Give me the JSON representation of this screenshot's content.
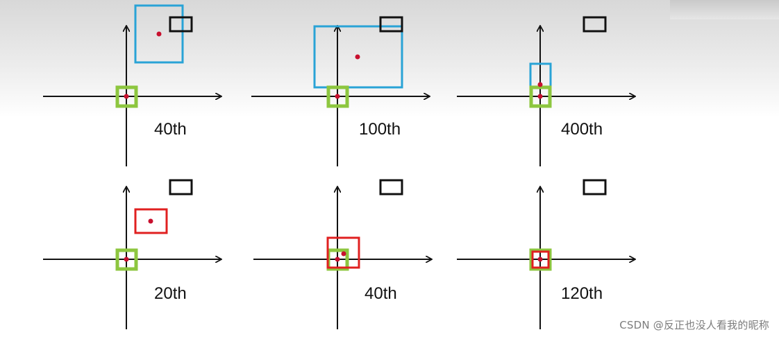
{
  "panels": [
    {
      "label": "40th"
    },
    {
      "label": "100th"
    },
    {
      "label": "400th"
    },
    {
      "label": "20th"
    },
    {
      "label": "40th"
    },
    {
      "label": "120th"
    }
  ],
  "colors": {
    "axis": "#111111",
    "target_box": "#111111",
    "origin_box": "#8dc63f",
    "cyan_box": "#29a3d6",
    "red_box": "#e02020",
    "point": "#c8102e"
  },
  "watermark": "CSDN @反正也没人看我的昵称"
}
